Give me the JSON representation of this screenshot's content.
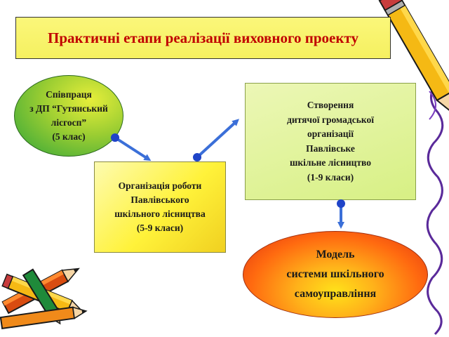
{
  "title": "Практичні етапи реалізації виховного  проекту",
  "nodes": {
    "cooperation": {
      "lines": [
        "Співпраця",
        "з ДП “Гутянський",
        "лісгосп”",
        "(5 клас)"
      ],
      "fill": "#9acd32"
    },
    "organization": {
      "lines": [
        "Організація роботи",
        "Павлівського",
        "шкільного лісництва",
        "(5-9 класи)"
      ],
      "fill": "#fff23a"
    },
    "creation": {
      "lines": [
        "Створення",
        "дитячої громадської",
        "організації",
        "Павлівське",
        "шкільне лісництво",
        "(1-9 класи)"
      ],
      "fill": "#d7f084"
    },
    "model": {
      "lines": [
        "Модель",
        "системи шкільного",
        "самоуправління"
      ],
      "fill": "#ff6a10"
    }
  },
  "colors": {
    "title_text": "#c00000",
    "title_fill": "#f5f060",
    "connector": "#3b6fd8",
    "connector_dot": "#1f44c8"
  },
  "decorations": [
    "pencil-icon",
    "pencils-icon",
    "squiggle-line"
  ]
}
